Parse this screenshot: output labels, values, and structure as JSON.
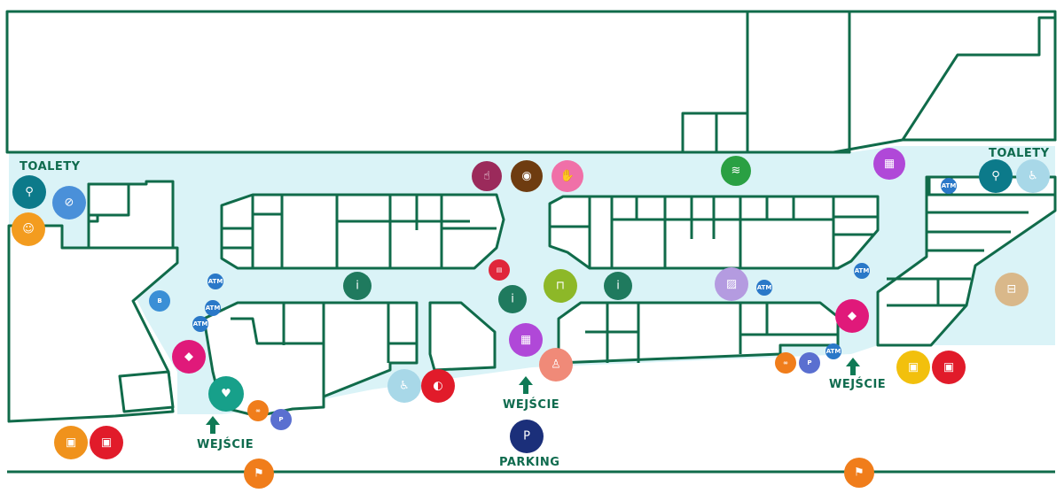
{
  "labels": {
    "toilets_left": "TOALETY",
    "toilets_right": "TOALETY",
    "entrance_left": "WEJŚCIE",
    "entrance_center": "WEJŚCIE",
    "entrance_right": "WEJŚCIE",
    "parking": "PARKING"
  },
  "colors": {
    "outline": "#106b4a",
    "corridor": "#daf3f7",
    "arrow": "#0f7a55"
  },
  "pois": [
    {
      "id": "baby-change-left",
      "icon": "baby-changing-icon",
      "color": "#0c7a8a"
    },
    {
      "id": "kids-play-left",
      "icon": "child-play-icon",
      "color": "#f39c1f"
    },
    {
      "id": "no-smoking",
      "icon": "no-smoking-icon",
      "color": "#4a90d9"
    },
    {
      "id": "pickup-left",
      "icon": "car-icon",
      "color": "#e0197a"
    },
    {
      "id": "bitcoin",
      "icon": "bitcoin-icon",
      "color": "#3a8fd6"
    },
    {
      "id": "pet-friendly",
      "icon": "dog-icon",
      "color": "#17a08a"
    },
    {
      "id": "bike-left",
      "icon": "bicycle-icon",
      "color": "#f07d1b"
    },
    {
      "id": "bike-parking-left",
      "icon": "bike-parking-icon",
      "color": "#5a6fd0"
    },
    {
      "id": "parcel-left-1",
      "icon": "parcel-icon",
      "color": "#f0921c"
    },
    {
      "id": "parcel-left-2",
      "icon": "parcel-icon",
      "color": "#e11b2a"
    },
    {
      "id": "touch",
      "icon": "touch-icon",
      "color": "#9b2a5b"
    },
    {
      "id": "pets",
      "icon": "pets-icon",
      "color": "#6e3c10"
    },
    {
      "id": "hand",
      "icon": "hand-icon",
      "color": "#f070a8"
    },
    {
      "id": "wifi",
      "icon": "wifi-icon",
      "color": "#2aa043"
    },
    {
      "id": "info-left",
      "icon": "info-desk-icon",
      "color": "#1f7a5e"
    },
    {
      "id": "info-center",
      "icon": "info-desk-icon",
      "color": "#1f7a5e"
    },
    {
      "id": "info-right",
      "icon": "info-desk-icon",
      "color": "#1f7a5e"
    },
    {
      "id": "printer",
      "icon": "printer-icon",
      "color": "#e0263a"
    },
    {
      "id": "highchair",
      "icon": "highchair-icon",
      "color": "#8db828"
    },
    {
      "id": "lockers-center",
      "icon": "lockers-icon",
      "color": "#b048d8"
    },
    {
      "id": "seating",
      "icon": "seating-icon",
      "color": "#f08a78"
    },
    {
      "id": "wheelchair-center",
      "icon": "wheelchair-icon",
      "color": "#a8d8e8"
    },
    {
      "id": "stroller",
      "icon": "stroller-icon",
      "color": "#e11b2a"
    },
    {
      "id": "gallery",
      "icon": "image-icon",
      "color": "#b49be0"
    },
    {
      "id": "lockers-right",
      "icon": "lockers-icon",
      "color": "#b048d8"
    },
    {
      "id": "pickup-right",
      "icon": "car-icon",
      "color": "#e0197a"
    },
    {
      "id": "bike-right",
      "icon": "bicycle-icon",
      "color": "#f07d1b"
    },
    {
      "id": "bike-parking-right",
      "icon": "bike-parking-icon",
      "color": "#5a6fd0"
    },
    {
      "id": "baby-change-right",
      "icon": "baby-changing-icon",
      "color": "#0c7a8a"
    },
    {
      "id": "wheelchair-right",
      "icon": "wheelchair-icon",
      "color": "#a8d8e8"
    },
    {
      "id": "taxi",
      "icon": "taxi-icon",
      "color": "#d9b88a"
    },
    {
      "id": "parcel-right-1",
      "icon": "parcel-icon",
      "color": "#f2c00d"
    },
    {
      "id": "parcel-right-2",
      "icon": "parcel-icon",
      "color": "#e11b2a"
    },
    {
      "id": "parking",
      "icon": "parking-icon",
      "color": "#1b2f7a"
    },
    {
      "id": "bus-left",
      "icon": "bus-stop-icon",
      "color": "#f07d1b"
    },
    {
      "id": "bus-right",
      "icon": "bus-stop-icon",
      "color": "#f07d1b"
    }
  ],
  "atm_pois": [
    {
      "id": "atm-1",
      "icon": "atm-icon",
      "color": "#2a78c8"
    },
    {
      "id": "atm-2",
      "icon": "atm-icon",
      "color": "#2a78c8"
    },
    {
      "id": "atm-3",
      "icon": "atm-icon",
      "color": "#2a78c8"
    },
    {
      "id": "atm-4",
      "icon": "atm-icon",
      "color": "#2a78c8"
    },
    {
      "id": "atm-5",
      "icon": "atm-icon",
      "color": "#2a78c8"
    },
    {
      "id": "atm-6",
      "icon": "atm-icon",
      "color": "#2a78c8"
    },
    {
      "id": "atm-7",
      "icon": "atm-icon",
      "color": "#2a78c8"
    }
  ]
}
